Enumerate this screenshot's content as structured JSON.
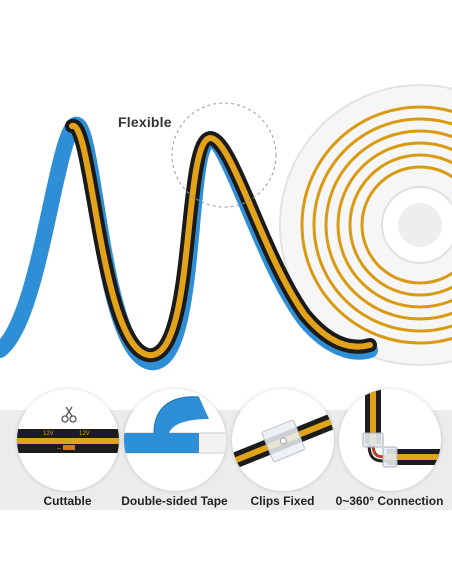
{
  "hero": {
    "flexible_label": "Flexible"
  },
  "features": [
    {
      "caption": "Cuttable",
      "icon": "scissors-icon"
    },
    {
      "caption": "Double-sided Tape",
      "icon": "tape-peel-icon"
    },
    {
      "caption": "Clips Fixed",
      "icon": "clip-icon"
    },
    {
      "caption": "0~360° Connection",
      "icon": "connector-icon"
    }
  ],
  "strip_print": {
    "voltage_left": "12V",
    "voltage_right": "12V",
    "minus": "−"
  },
  "colors": {
    "strip_black": "#1a1a1a",
    "phosphor_yellow": "#e2a21a",
    "tape_blue": "#2f8fd6",
    "reel_white": "#f4f4f4",
    "band_grey": "#ececec"
  }
}
